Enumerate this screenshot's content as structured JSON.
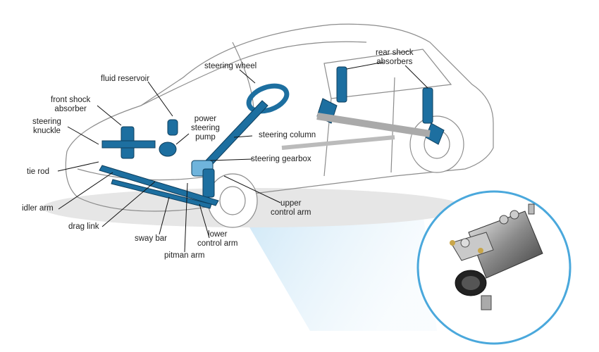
{
  "diagram": {
    "title": "Car steering and suspension components",
    "accent_color": "#1d6fa0",
    "inset_ring_color": "#4aa8dc",
    "labels": {
      "fluid_reservoir": "fluid reservoir",
      "steering_wheel": "steering wheel",
      "front_shock_absorber": "front shock\nabsorber",
      "steering_knuckle": "steering\nknuckle",
      "power_steering_pump": "power\nsteering\npump",
      "steering_column": "steering column",
      "steering_gearbox": "steering gearbox",
      "rear_shock_absorbers": "rear shock\nabsorbers",
      "tie_rod": "tie rod",
      "idler_arm": "idler arm",
      "drag_link": "drag link",
      "sway_bar": "sway bar",
      "pitman_arm": "pitman arm",
      "lower_control_arm": "lower\ncontrol arm",
      "upper_control_arm": "upper\ncontrol arm"
    },
    "inset": {
      "subject": "steering gearbox (detail)"
    }
  }
}
